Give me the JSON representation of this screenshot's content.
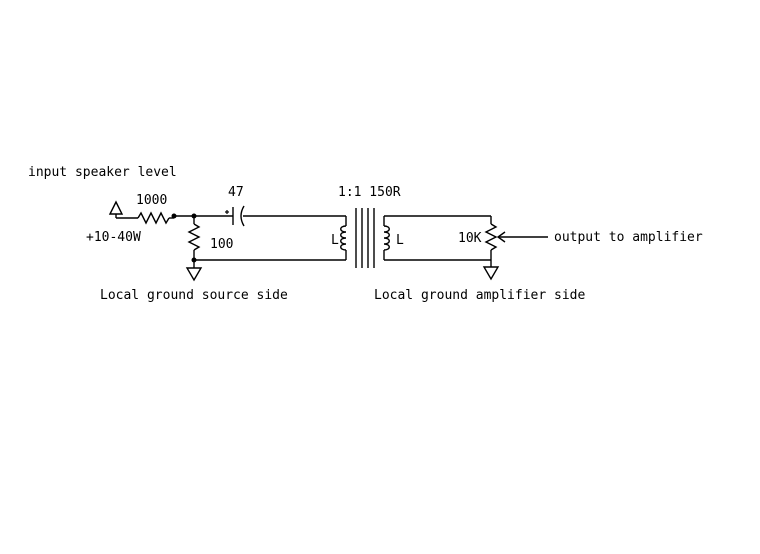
{
  "labels": {
    "input_title": "input speaker level",
    "input_rating": "+10-40W",
    "series_resistor": "1000",
    "shunt_resistor": "100",
    "capacitor": "47",
    "transformer": "1:1 150R",
    "primary_inductor": "L",
    "secondary_inductor": "L",
    "potentiometer": "10K",
    "output": "output to amplifier",
    "ground_source": "Local ground source side",
    "ground_amplifier": "Local ground amplifier side"
  },
  "colors": {
    "background": "#ffffff",
    "ink": "#000000"
  }
}
